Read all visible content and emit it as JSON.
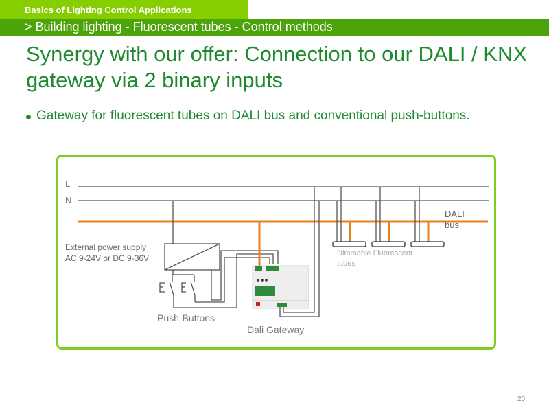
{
  "header": {
    "section": "Basics of Lighting Control Applications",
    "breadcrumb": "> Building lighting - Fluorescent tubes - Control methods"
  },
  "title": "Synergy with our offer: Connection to our DALI / KNX gateway via 2 binary inputs",
  "bullets": [
    "Gateway for fluorescent tubes on DALI bus and conventional push-buttons."
  ],
  "diagram": {
    "lines": {
      "live": "L",
      "neutral": "N"
    },
    "dali_bus_label_1": "DALI",
    "dali_bus_label_2": "bus",
    "power_supply_label_1": "External power supply",
    "power_supply_label_2": "AC 9-24V or DC 9-36V",
    "push_buttons_label": "Push-Buttons",
    "gateway_label": "Dali Gateway",
    "tubes_label_1": "Dimmable Fluorescent",
    "tubes_label_2": "tubes",
    "tube_count": 3,
    "colors": {
      "dali_bus": "#e8821e",
      "wiring": "#555555",
      "frame": "#7ccd1e"
    }
  },
  "page_number": "20"
}
